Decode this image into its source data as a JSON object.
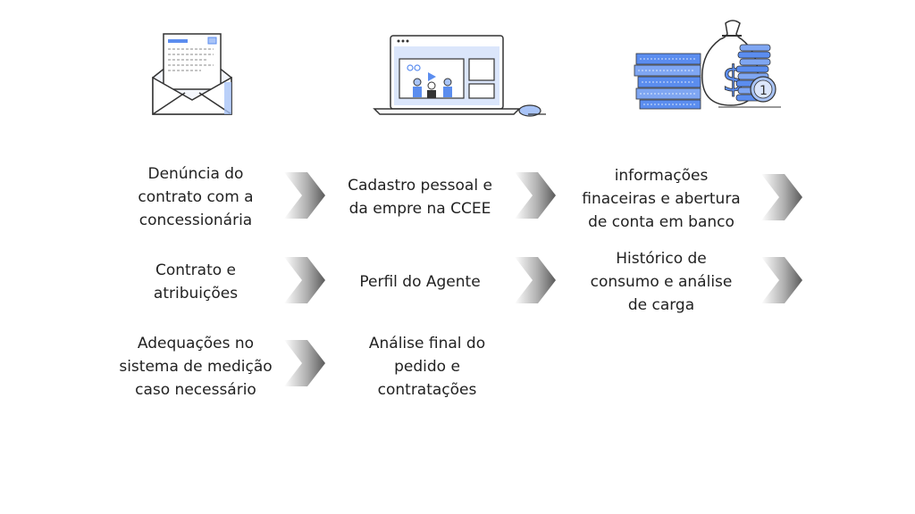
{
  "illustrations": [
    {
      "icon": "envelope-letter-icon"
    },
    {
      "icon": "laptop-video-meeting-icon"
    },
    {
      "icon": "money-bag-coins-icon"
    }
  ],
  "steps": [
    [
      "Denúncia do\ncontrato com a\nconcessionária",
      "Cadastro pessoal e\nda empre na CCEE",
      "informações\nfinaceiras e abertura\nde conta em banco"
    ],
    [
      "Contrato e\natribuições",
      "Perfil do Agente",
      "Histórico de\nconsumo e análise\nde carga"
    ],
    [
      "Adequações no\nsistema de medição\ncaso necessário",
      "Análise final do\npedido e\ncontratações"
    ]
  ],
  "colors": {
    "accent_blue": "#5b8def",
    "light_blue": "#a9c4f7",
    "outline": "#333333",
    "text": "#222222"
  }
}
